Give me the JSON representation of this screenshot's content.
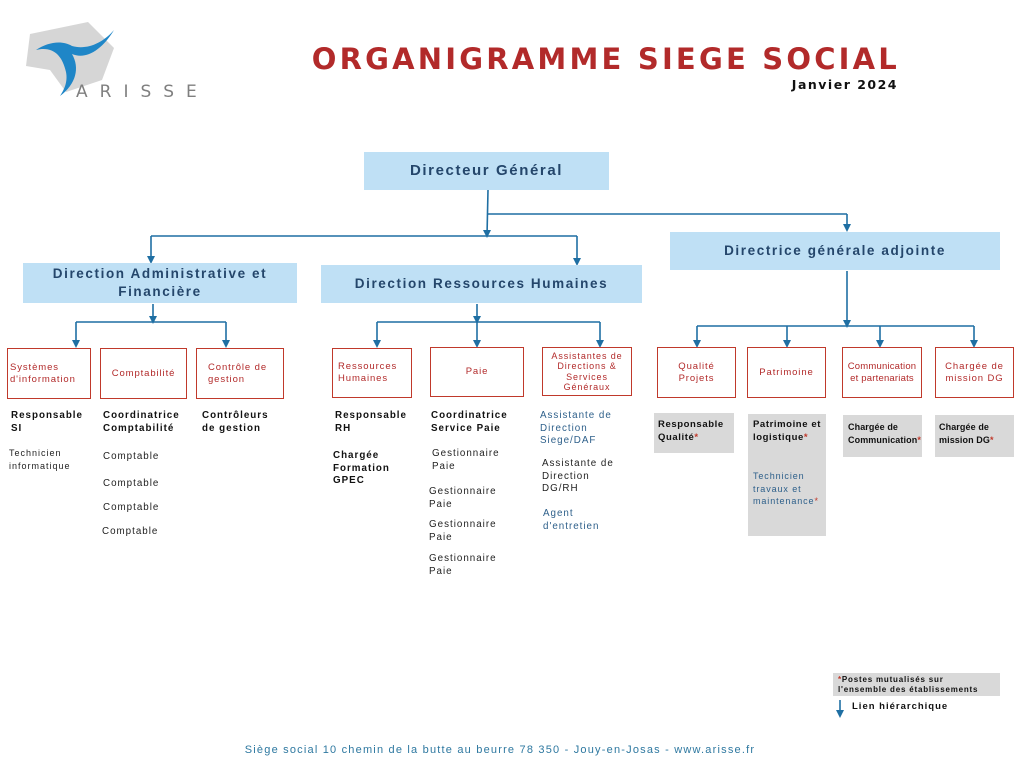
{
  "logo": {
    "text": "ARISSE"
  },
  "title": "ORGANIGRAMME SIEGE SOCIAL",
  "date": "Janvier 2024",
  "ceo": "Directeur Général",
  "deputy": "Directrice générale adjointe",
  "daf": {
    "title": "Direction Administrative et Financière",
    "units": [
      {
        "label": "Systèmes d'information",
        "staff": [
          "Responsable SI",
          "Technicien informatique"
        ]
      },
      {
        "label": "Comptabilité",
        "staff": [
          "Coordinatrice Comptabilité",
          "Comptable",
          "Comptable",
          "Comptable",
          "Comptable"
        ]
      },
      {
        "label": "Contrôle de gestion",
        "staff": [
          "Contrôleurs de gestion"
        ]
      }
    ]
  },
  "drh": {
    "title": "Direction Ressources Humaines",
    "units": [
      {
        "label": "Ressources Humaines",
        "staff": [
          "Responsable RH",
          "Chargée Formation GPEC"
        ]
      },
      {
        "label": "Paie",
        "staff": [
          "Coordinatrice Service Paie",
          "Gestionnaire Paie",
          "Gestionnaire Paie",
          "Gestionnaire Paie",
          "Gestionnaire Paie"
        ]
      },
      {
        "label": "Assistantes de Directions & Services Généraux",
        "staff": [
          "Assistante de Direction Siege/DAF",
          "Assistante de Direction DG/RH",
          "Agent d'entretien"
        ]
      }
    ]
  },
  "dga": {
    "units": [
      {
        "label": "Qualité Projets",
        "staff": [
          "Responsable Qualité"
        ]
      },
      {
        "label": "Patrimoine",
        "staff": [
          "Patrimoine et logistique",
          "Technicien travaux et maintenance"
        ]
      },
      {
        "label": "Communication et partenariats",
        "staff": [
          "Chargée de Communication"
        ]
      },
      {
        "label": "Chargée de mission DG",
        "staff": [
          "Chargée de mission DG"
        ]
      }
    ]
  },
  "legend": {
    "star": "*",
    "shared": "Postes mutualisés sur l'ensemble des établissements",
    "link": "Lien hiérarchique"
  },
  "footer": "Siège social 10 chemin de la butte au beurre 78 350 - Jouy-en-Josas - www.arisse.fr",
  "colors": {
    "accent_red": "#b22a2a",
    "box_blue": "#bfe0f5",
    "line_blue": "#1f6fa3",
    "shared_gray": "#d9d9d9"
  }
}
